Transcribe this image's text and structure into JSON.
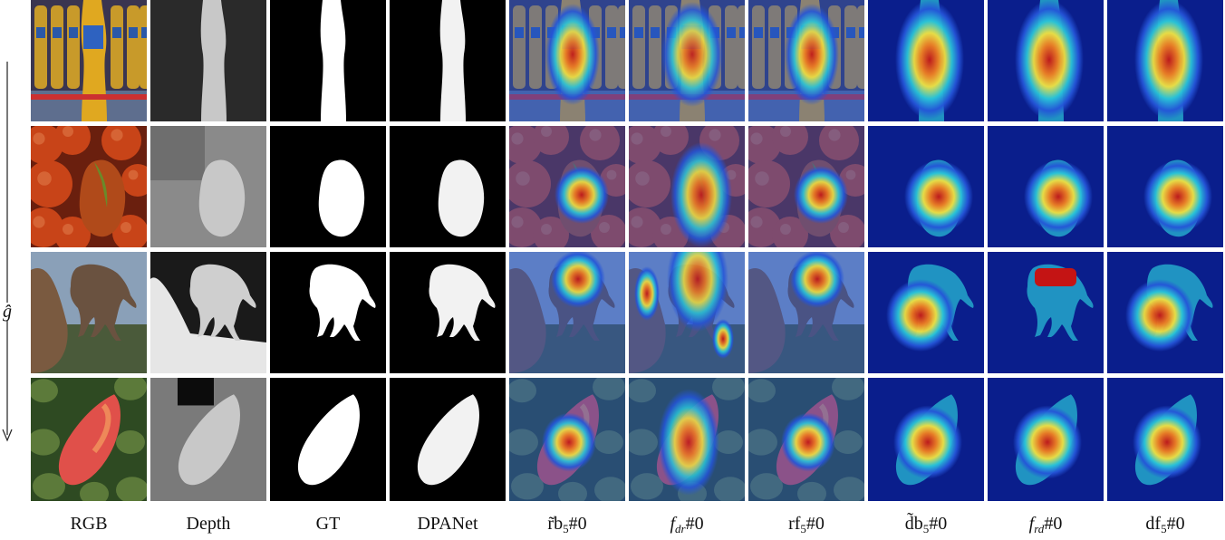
{
  "axis_label": "ĝ",
  "columns": [
    {
      "key": "rgb",
      "label": "RGB"
    },
    {
      "key": "depth",
      "label": "Depth"
    },
    {
      "key": "gt",
      "label": "GT"
    },
    {
      "key": "dpa",
      "label": "DPANet"
    },
    {
      "key": "rb5",
      "label": "r̃b",
      "sub": "5",
      "suffix": "#0"
    },
    {
      "key": "fdr",
      "label": "f",
      "sub": "dr",
      "suffix": "#0",
      "italic": true
    },
    {
      "key": "rf5",
      "label": "rf",
      "sub": "5",
      "suffix": "#0"
    },
    {
      "key": "db5",
      "label": "d̃b",
      "sub": "5",
      "suffix": "#0"
    },
    {
      "key": "frd",
      "label": "f",
      "sub": "rd",
      "suffix": "#0",
      "italic": true
    },
    {
      "key": "df5",
      "label": "df",
      "sub": "5",
      "suffix": "#0"
    }
  ],
  "rows": [
    {
      "scene": "bottles"
    },
    {
      "scene": "tomatoes"
    },
    {
      "scene": "elephant"
    },
    {
      "scene": "mango"
    }
  ],
  "colors": {
    "jet_dark": "#0a1e8c",
    "jet_blue": "#2454d8",
    "jet_cyan": "#29c4d8",
    "jet_yellow": "#f0e040",
    "jet_orange": "#f07a1e",
    "jet_red": "#c41414"
  }
}
